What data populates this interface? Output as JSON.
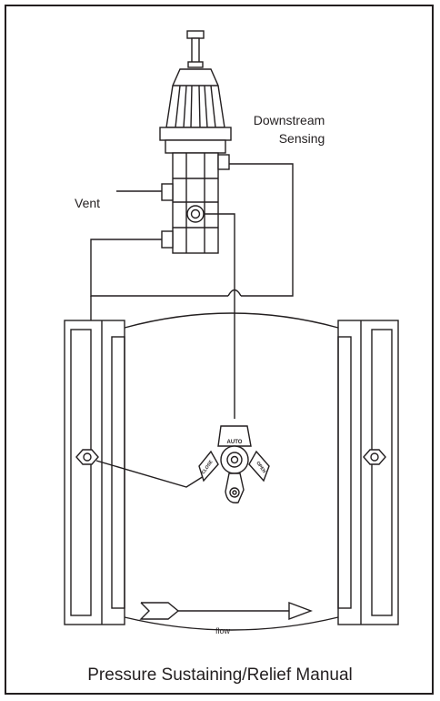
{
  "labels": {
    "downstream_line1": "Downstream",
    "downstream_line2": "Sensing",
    "vent": "Vent",
    "flow": "flow"
  },
  "ball_valve": {
    "auto": "AUTO",
    "close": "CLOSE",
    "open": "OPEN"
  },
  "caption": "Pressure Sustaining/Relief Manual",
  "colors": {
    "line": "#231f20",
    "background": "#ffffff"
  }
}
